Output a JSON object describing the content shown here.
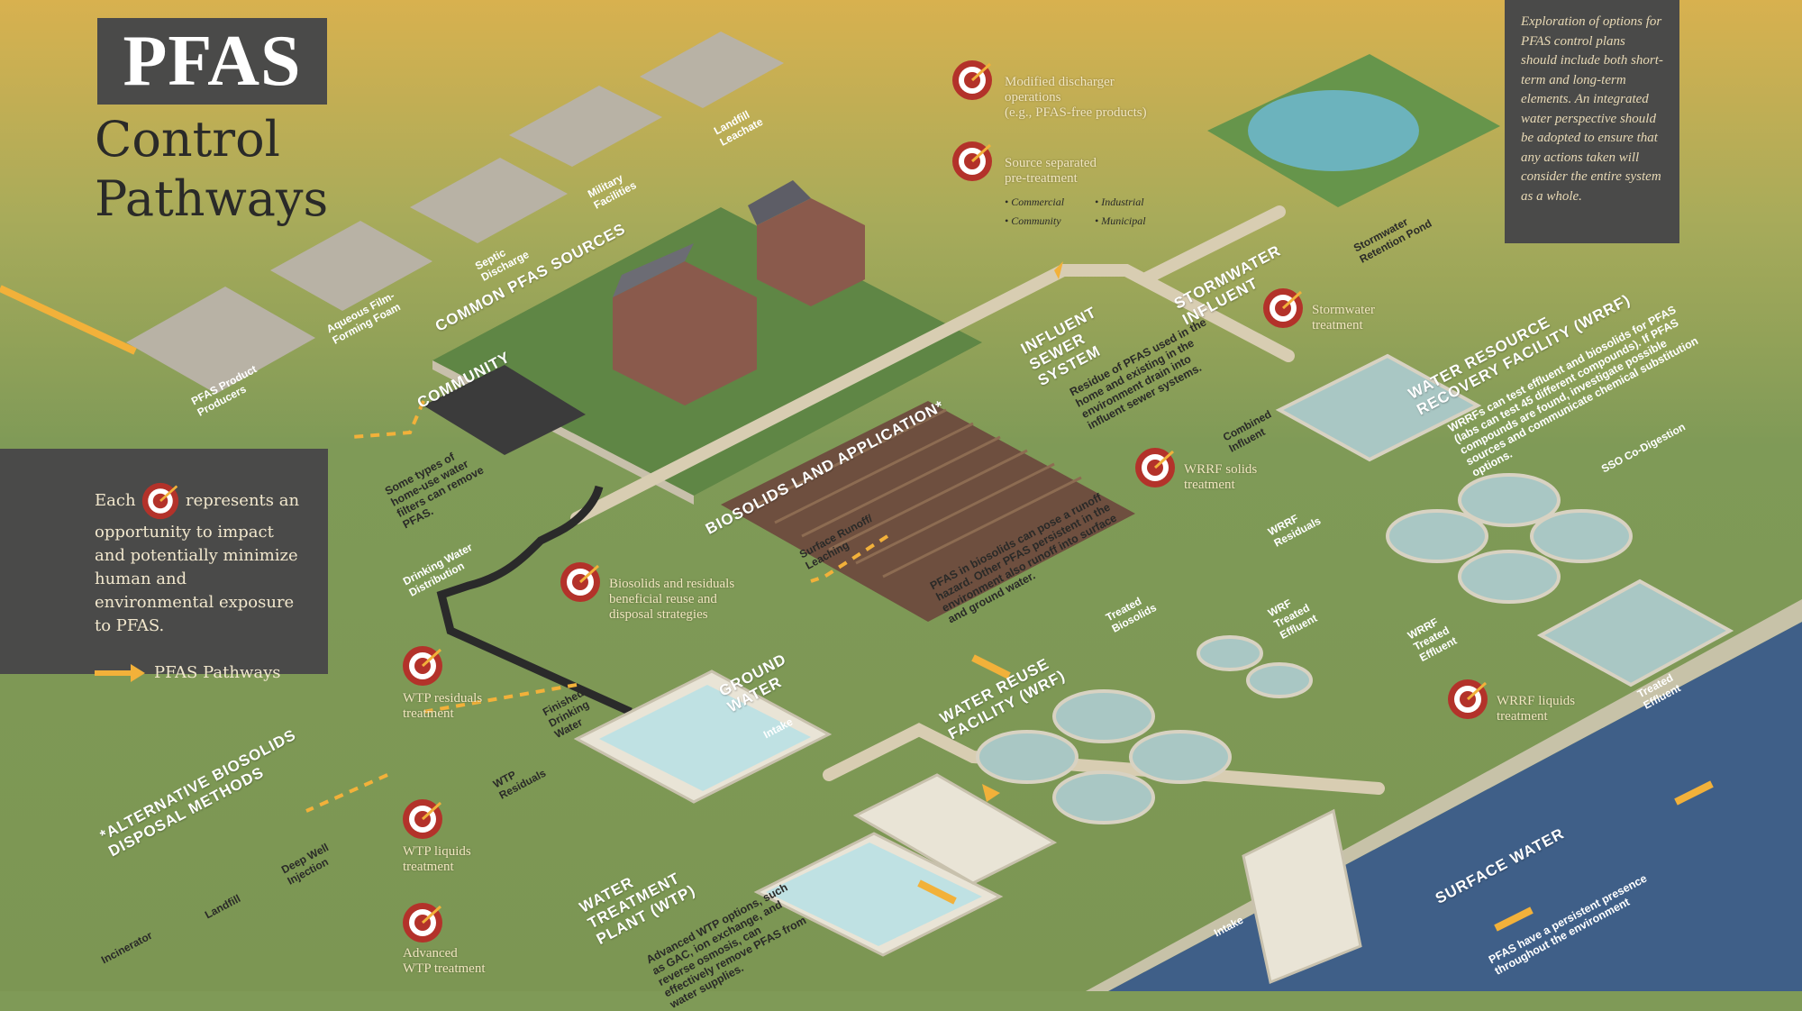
{
  "title": {
    "main": "PFAS",
    "sub_line1": "Control",
    "sub_line2": "Pathways"
  },
  "note": "Exploration of options for PFAS control plans should include both short-term and long-term elements. An integrated water perspective should be adopted to ensure that any actions taken will consider the entire system as a whole.",
  "legend": {
    "each": "Each",
    "represents": "represents an opportunity to impact and potentially minimize human and environmental exposure to PFAS.",
    "pathways": "PFAS Pathways"
  },
  "sections": {
    "common_sources": "COMMON PFAS SOURCES",
    "community": "COMMUNITY",
    "biosolids_land": "BIOSOLIDS LAND APPLICATION*",
    "influent_sewer": "INFLUENT SEWER SYSTEM",
    "stormwater_influent": "STORMWATER INFLUENT",
    "wrrf": "WATER RESOURCE RECOVERY FACILITY (WRRF)",
    "groundwater": "GROUND WATER",
    "wrf": "WATER REUSE FACILITY (WRF)",
    "wtp": "WATER TREATMENT PLANT (WTP)",
    "alt_biosolids": "*ALTERNATIVE BIOSOLIDS DISPOSAL METHODS",
    "surface_water": "SURFACE WATER"
  },
  "sources": [
    "PFAS Product Producers",
    "Aqueous Film-Forming Foam",
    "Septic Discharge",
    "Military Facilities",
    "Landfill Leachate"
  ],
  "descriptions": {
    "influent_sewer": "Residue of PFAS used in the home and existing in the environment drain into influent sewer systems.",
    "wrrf": "WRRFs can test effluent and biosolids for PFAS (labs can test 45 different compounds). If PFAS compounds are found, investigate possible sources and communicate chemical substitution options.",
    "biosolids_land": "PFAS in biosolids can pose a runoff hazard. Other PFAS persistent in the environment also runoff into surface and ground water.",
    "wtp": "Advanced WTP options, such as GAC, ion exchange, and reverse osmosis, can effectively remove PFAS from water supplies.",
    "surface_water": "PFAS have a persistent presence throughout the environment",
    "home_filters": "Some types of home-use water filters can remove PFAS."
  },
  "targets": [
    {
      "line1": "Modified discharger",
      "line2": "operations",
      "line3": "(e.g., PFAS-free products)"
    },
    {
      "line1": "Source separated",
      "line2": "pre-treatment"
    },
    {
      "line1": "Stormwater",
      "line2": "treatment"
    },
    {
      "line1": "WRRF solids",
      "line2": "treatment"
    },
    {
      "line1": "Biosolids and residuals",
      "line2": "beneficial reuse and",
      "line3": "disposal strategies"
    },
    {
      "line1": "WTP residuals",
      "line2": "treatment"
    },
    {
      "line1": "WTP liquids",
      "line2": "treatment"
    },
    {
      "line1": "Advanced",
      "line2": "WTP treatment"
    },
    {
      "line1": "WRRF liquids",
      "line2": "treatment"
    }
  ],
  "pretreatment_types": [
    "• Commercial",
    "• Industrial",
    "• Community",
    "• Municipal"
  ],
  "small_labels": {
    "drinking_water": "Drinking Water Distribution",
    "surface_runoff": "Surface Runoff/ Leaching",
    "combined_influent": "Combined Influent",
    "wrrf_residuals": "WRRF Residuals",
    "sso": "SSO Co-Digestion",
    "treated_biosolids": "Treated Biosolids",
    "wrf_treated_effluent": "WRF Treated Effluent",
    "wrrf_treated_effluent": "WRRF Treated Effluent",
    "treated_effluent": "Treated Effluent",
    "finished_drinking_water": "Finished Drinking Water",
    "intake_gw": "Intake",
    "wtp_residuals": "WTP Residuals",
    "intake_sw": "Intake",
    "deep_well": "Deep Well Injection",
    "landfill": "Landfill",
    "incinerator": "Incinerator",
    "stormwater_pond": "Stormwater Retention Pond"
  },
  "colors": {
    "arrow": "#f2b13a",
    "target_red": "#b3322a",
    "panel": "#4a4a49",
    "label_gold": "#f2e6c0"
  }
}
